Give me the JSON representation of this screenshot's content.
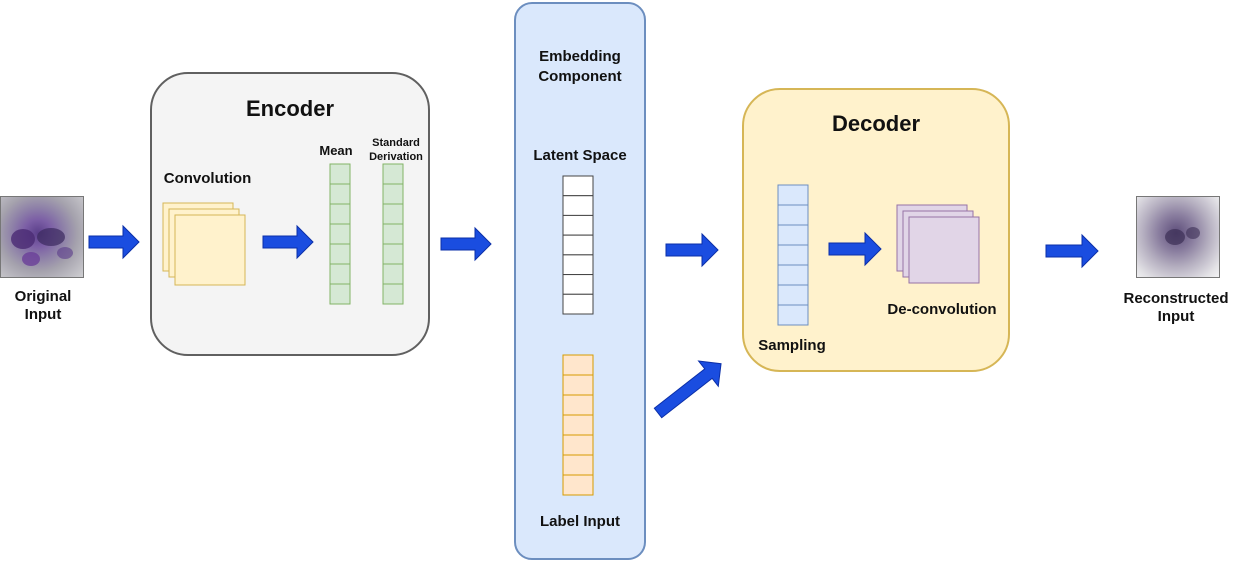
{
  "inputs": {
    "original_label_line1": "Original",
    "original_label_line2": "Input",
    "reconstructed_label_line1": "Reconstructed",
    "reconstructed_label_line2": "Input"
  },
  "encoder": {
    "title": "Encoder",
    "convolution_label": "Convolution",
    "mean_label": "Mean",
    "std_label_line1": "Standard",
    "std_label_line2": "Derivation"
  },
  "embedding": {
    "title_line1": "Embedding",
    "title_line2": "Component",
    "latent_label": "Latent Space",
    "label_input_label": "Label Input"
  },
  "decoder": {
    "title": "Decoder",
    "sampling_label": "Sampling",
    "deconvolution_label": "De-convolution"
  },
  "colors": {
    "arrow": "#1a4de0",
    "encoder_fill": "#f4f4f4",
    "embedding_fill": "#dae8fc",
    "decoder_fill": "#fff2cc",
    "conv_fill": "#fff2cc",
    "mean_fill": "#d5e8d4",
    "label_input_fill": "#ffe6cc",
    "deconv_fill": "#e1d5e7"
  }
}
